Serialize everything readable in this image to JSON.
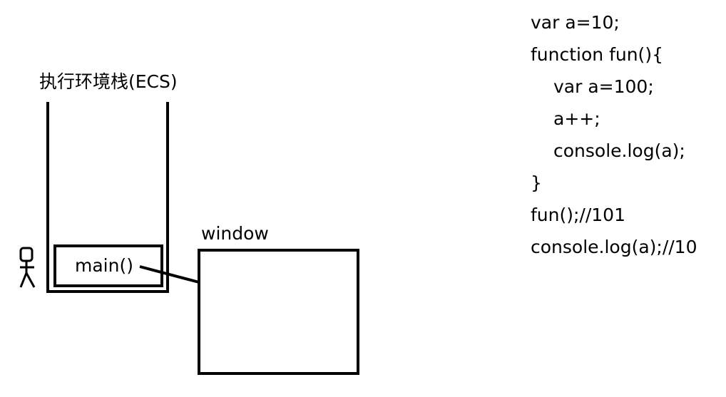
{
  "stack": {
    "title": "执行环境栈(ECS)"
  },
  "main_frame": {
    "label": "main()"
  },
  "window_box": {
    "label": "window"
  },
  "code": {
    "lines": [
      {
        "text": "var a=10;",
        "indent": 0
      },
      {
        "text": "function fun(){",
        "indent": 0
      },
      {
        "text": "var a=100;",
        "indent": 1
      },
      {
        "text": "a++;",
        "indent": 1
      },
      {
        "text": "console.log(a);",
        "indent": 1
      },
      {
        "text": "}",
        "indent": 0
      },
      {
        "text": "fun();//101",
        "indent": 0
      },
      {
        "text": "console.log(a);//10",
        "indent": 0
      }
    ]
  },
  "colors": {
    "ink": "#000000",
    "background": "#ffffff"
  },
  "icons": {
    "person": "stick-figure-icon"
  }
}
